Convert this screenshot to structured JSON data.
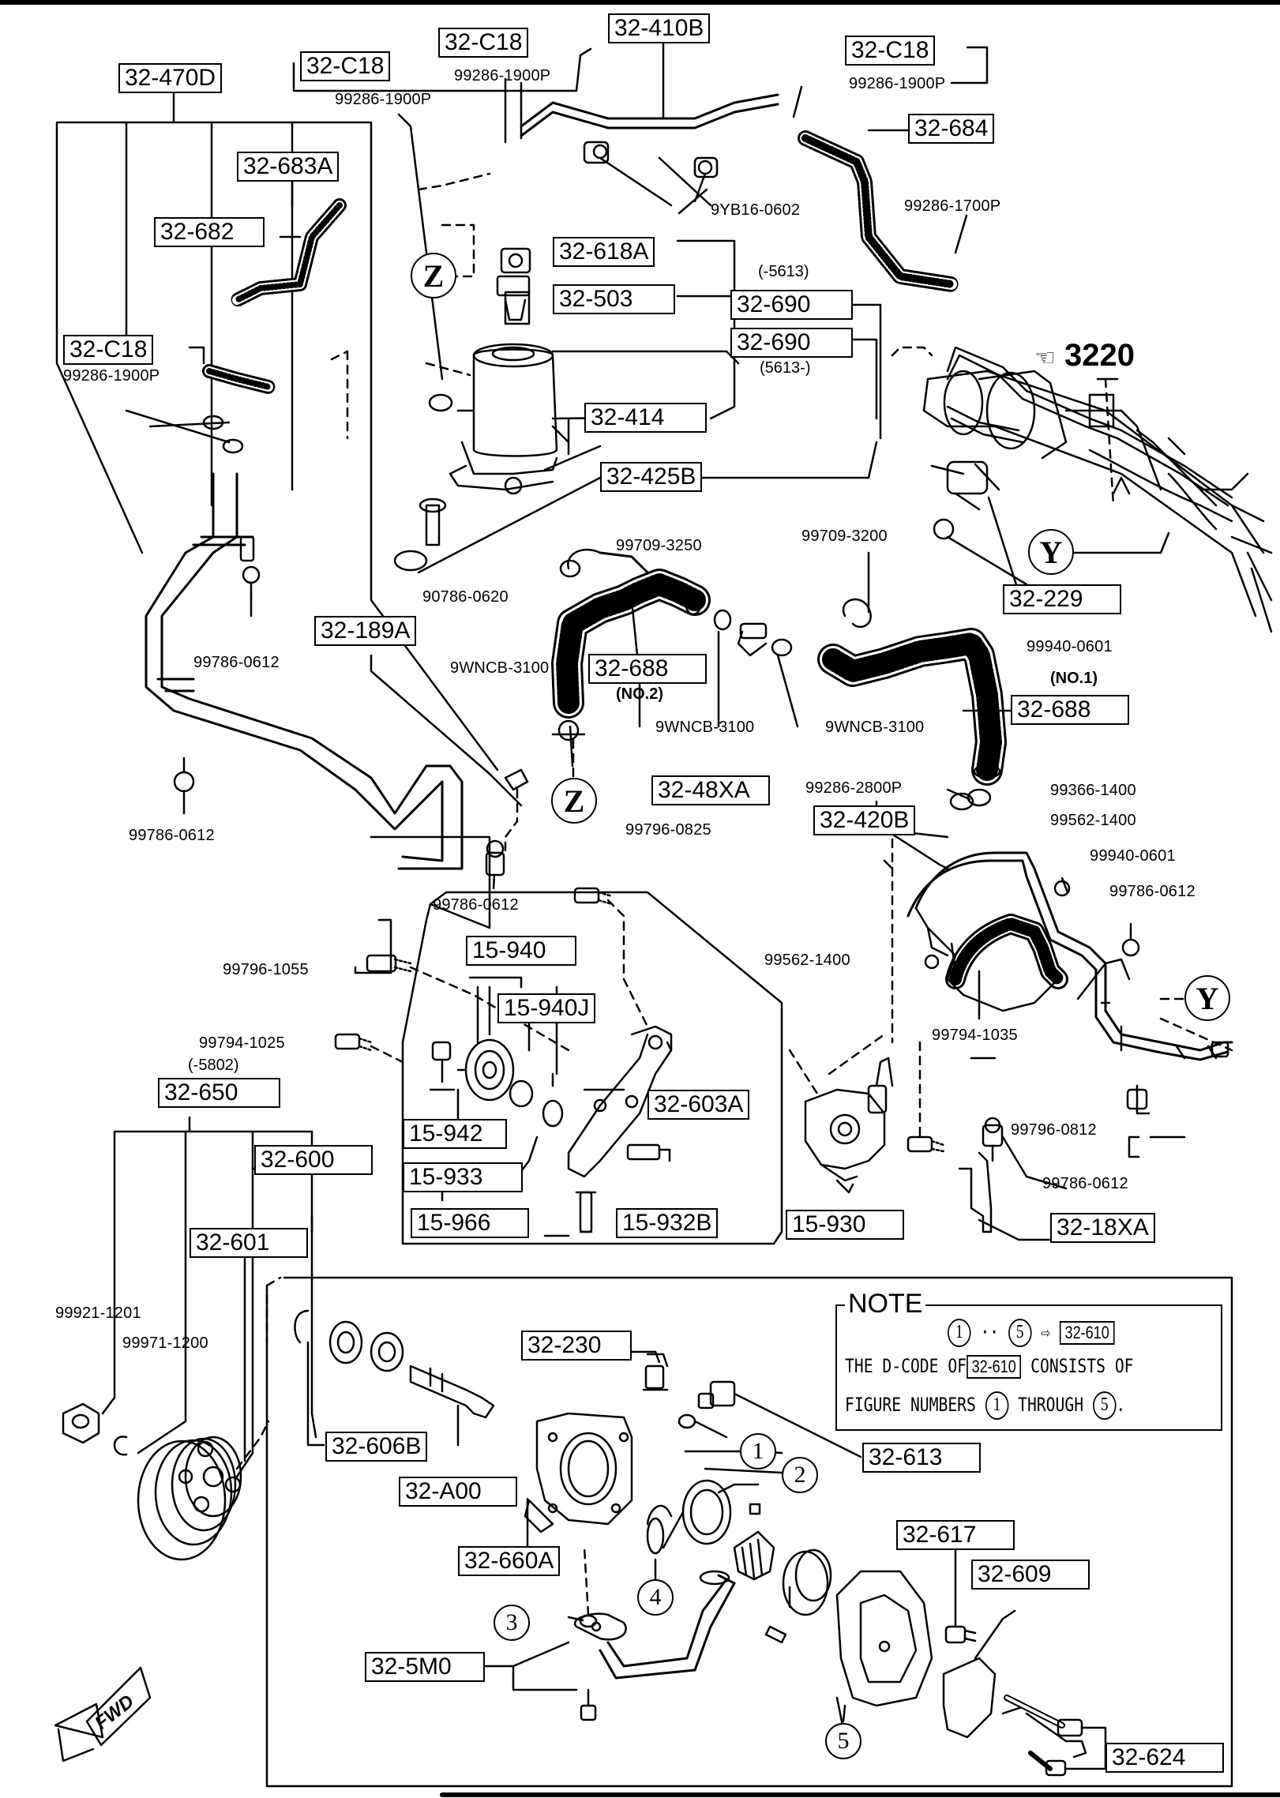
{
  "diagram": {
    "section_ref": "3220",
    "fwd_label": "FWD",
    "note": {
      "title": "NOTE",
      "range_from": "1",
      "range_to": "5",
      "range_target": "32-610",
      "line2_a": "THE D-CODE OF",
      "line2_box": "32-610",
      "line2_b": "CONSISTS OF",
      "line3_a": "FIGURE NUMBERS",
      "line3_b": "THROUGH",
      "from_num": "1",
      "to_num": "5"
    },
    "boxed_labels": [
      "32-470D",
      "32-C18",
      "32-C18",
      "32-410B",
      "32-C18",
      "32-684",
      "32-683A",
      "32-682",
      "32-C18",
      "32-618A",
      "32-503",
      "32-690",
      "32-690",
      "32-414",
      "32-425B",
      "32-229",
      "32-189A",
      "32-688",
      "32-688",
      "32-48XA",
      "32-420B",
      "15-940",
      "15-940J",
      "32-603A",
      "15-942",
      "15-933",
      "15-966",
      "15-932B",
      "15-930",
      "32-650",
      "32-600",
      "32-601",
      "32-18XA",
      "32-230",
      "32-613",
      "32-606B",
      "32-A00",
      "32-660A",
      "32-617",
      "32-609",
      "32-5M0",
      "32-624"
    ],
    "part_numbers": [
      "99286-1900P",
      "99286-1900P",
      "99286-1900P",
      "9YB16-0602",
      "99286-1700P",
      "99286-1900P",
      "99786-0612",
      "90786-0620",
      "99709-3250",
      "99709-3200",
      "99940-0601",
      "9WNCB-3100",
      "9WNCB-3100",
      "9WNCB-3100",
      "99786-0612",
      "99796-0825",
      "99786-0612",
      "99286-2800P",
      "99366-1400",
      "99562-1400",
      "99940-0601",
      "99786-0612",
      "99562-1400",
      "99796-1055",
      "99794-1025",
      "99794-1035",
      "99796-0812",
      "99786-0612",
      "99921-1201",
      "99971-1200"
    ],
    "range_notes": [
      "(-5613)",
      "(5613-)",
      "(-5802)"
    ],
    "qualifiers": [
      "(NO.2)",
      "(NO.1)"
    ],
    "circle_letters": [
      "Z",
      "Z",
      "Y",
      "Y"
    ],
    "circle_numbers": [
      "1",
      "2",
      "3",
      "4",
      "5"
    ]
  }
}
